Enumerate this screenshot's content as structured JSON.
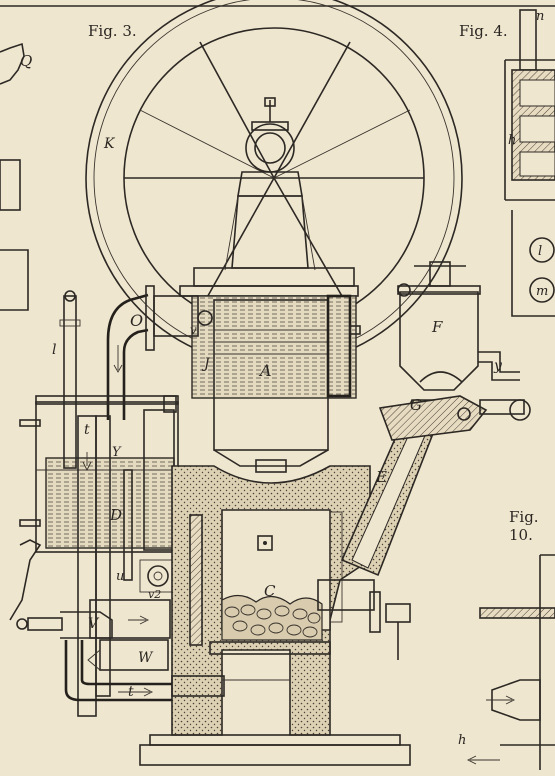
{
  "figures": {
    "fig3": "Fig. 3.",
    "fig4": "Fig. 4.",
    "fig10": "Fig. 10."
  },
  "labels": {
    "Q": "Q",
    "K": "K",
    "n": "n",
    "h_fig4": "h",
    "l_fig4": "l",
    "m_fig4": "m",
    "O": "O",
    "v": "v",
    "J": "J",
    "A": "A",
    "F": "F",
    "l": "l",
    "y": "y",
    "G": "G",
    "t_top": "t",
    "Y": "Y",
    "E": "E",
    "D": "D",
    "C": "C",
    "u": "u",
    "v2": "v2",
    "V": "V",
    "W": "W",
    "t_bottom": "t",
    "h_fig10": "h"
  },
  "colors": {
    "paper": "#efe6cf",
    "ink": "#2c2824"
  }
}
